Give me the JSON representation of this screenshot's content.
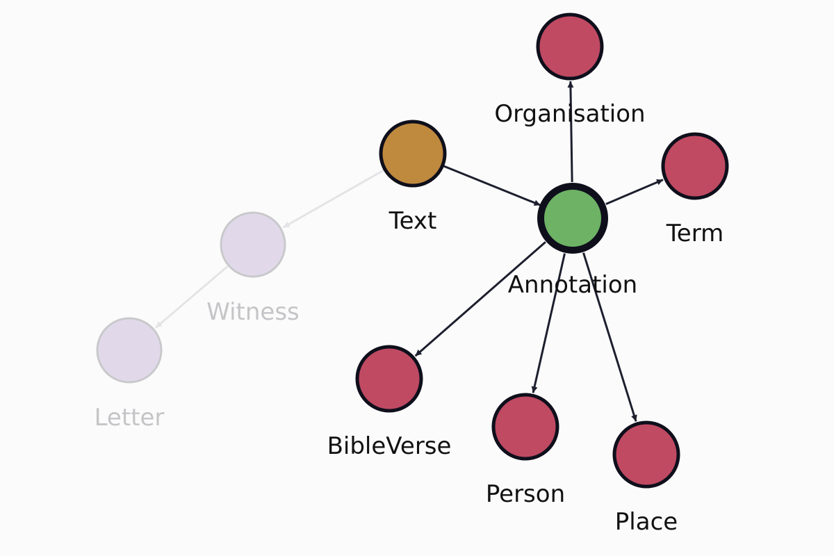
{
  "graph": {
    "colors": {
      "background": "#fbfbfb",
      "entity": "#bf4a62",
      "text_node": "#bf893e",
      "focus": "#6db265",
      "faded_fill": "#e1d9ea",
      "faded_stroke": "#c9c9cc",
      "stroke": "#0f0f1c",
      "edge": "#1d1f2e",
      "faded_edge": "#e4e4e6",
      "label": "#111111",
      "faded_label": "#c5c5c8"
    },
    "nodes": [
      {
        "id": "organisation",
        "label": "Organisation",
        "kind": "entity",
        "faded": false
      },
      {
        "id": "text",
        "label": "Text",
        "kind": "text",
        "faded": false
      },
      {
        "id": "term",
        "label": "Term",
        "kind": "entity",
        "faded": false
      },
      {
        "id": "annotation",
        "label": "Annotation",
        "kind": "focus",
        "faded": false
      },
      {
        "id": "witness",
        "label": "Witness",
        "kind": "faded",
        "faded": true
      },
      {
        "id": "letter",
        "label": "Letter",
        "kind": "faded",
        "faded": true
      },
      {
        "id": "bibleverse",
        "label": "BibleVerse",
        "kind": "entity",
        "faded": false
      },
      {
        "id": "person",
        "label": "Person",
        "kind": "entity",
        "faded": false
      },
      {
        "id": "place",
        "label": "Place",
        "kind": "entity",
        "faded": false
      }
    ],
    "edges": [
      {
        "from": "text",
        "to": "witness",
        "faded": true
      },
      {
        "from": "witness",
        "to": "letter",
        "faded": true
      },
      {
        "from": "text",
        "to": "annotation",
        "faded": false
      },
      {
        "from": "annotation",
        "to": "organisation",
        "faded": false
      },
      {
        "from": "annotation",
        "to": "term",
        "faded": false
      },
      {
        "from": "annotation",
        "to": "bibleverse",
        "faded": false
      },
      {
        "from": "annotation",
        "to": "person",
        "faded": false
      },
      {
        "from": "annotation",
        "to": "place",
        "faded": false
      }
    ]
  }
}
